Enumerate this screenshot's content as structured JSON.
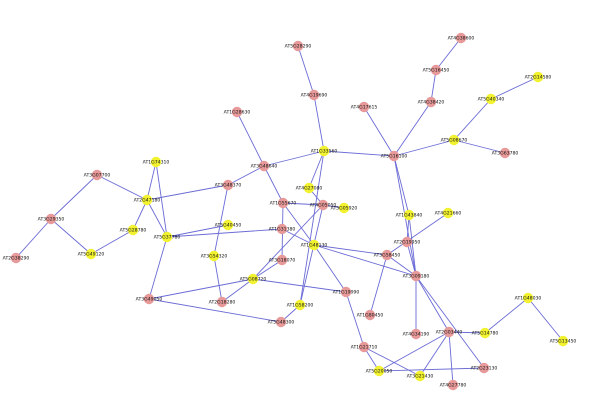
{
  "colors": {
    "pink": "#e89a9a",
    "yellow": "#f2f230",
    "edge": "#6b6bd6"
  },
  "nodes": [
    {
      "id": "n1",
      "label": "AT5G28290",
      "color": "pink"
    },
    {
      "id": "n2",
      "label": "AT4G19690",
      "color": "pink"
    },
    {
      "id": "n3",
      "label": "AT4G38600",
      "color": "pink"
    },
    {
      "id": "n4",
      "label": "AT5G16450",
      "color": "pink"
    },
    {
      "id": "n5",
      "label": "AT2G14580",
      "color": "yellow"
    },
    {
      "id": "n6",
      "label": "AT5G40340",
      "color": "yellow"
    },
    {
      "id": "n7",
      "label": "AT4G17615",
      "color": "pink"
    },
    {
      "id": "n8",
      "label": "AT4G38420",
      "color": "pink"
    },
    {
      "id": "n9",
      "label": "AT1G28630",
      "color": "pink"
    },
    {
      "id": "n10",
      "label": "AT1G33560",
      "color": "yellow"
    },
    {
      "id": "n11",
      "label": "AT5G16100",
      "color": "pink"
    },
    {
      "id": "n12",
      "label": "AT5G08670",
      "color": "yellow"
    },
    {
      "id": "n13",
      "label": "AT3G63780",
      "color": "pink"
    },
    {
      "id": "n14",
      "label": "AT1G74310",
      "color": "yellow"
    },
    {
      "id": "n15",
      "label": "AT3G48640",
      "color": "pink"
    },
    {
      "id": "n16",
      "label": "AT3G07700",
      "color": "pink"
    },
    {
      "id": "n17",
      "label": "AT3G48370",
      "color": "pink"
    },
    {
      "id": "n18",
      "label": "AT4G27080",
      "color": "yellow"
    },
    {
      "id": "n19",
      "label": "AT2G47180",
      "color": "yellow"
    },
    {
      "id": "n20",
      "label": "AT1G55670",
      "color": "pink"
    },
    {
      "id": "n21",
      "label": "AT4G05050",
      "color": "pink"
    },
    {
      "id": "n22",
      "label": "AT5G05920",
      "color": "yellow"
    },
    {
      "id": "n23",
      "label": "AT3G29350",
      "color": "pink"
    },
    {
      "id": "n24",
      "label": "AT5G28780",
      "color": "yellow"
    },
    {
      "id": "n25",
      "label": "AT1G43840",
      "color": "yellow"
    },
    {
      "id": "n26",
      "label": "AT4G21660",
      "color": "yellow"
    },
    {
      "id": "n27",
      "label": "AT5G40450",
      "color": "yellow"
    },
    {
      "id": "n28",
      "label": "AT1G31380",
      "color": "pink"
    },
    {
      "id": "n29",
      "label": "AT5G37780",
      "color": "yellow"
    },
    {
      "id": "n30",
      "label": "AT1G48130",
      "color": "yellow"
    },
    {
      "id": "n31",
      "label": "AT2G19950",
      "color": "pink"
    },
    {
      "id": "n32",
      "label": "AT3G58450",
      "color": "pink"
    },
    {
      "id": "n33",
      "label": "AT5G49120",
      "color": "yellow"
    },
    {
      "id": "n34",
      "label": "AT3G54320",
      "color": "yellow"
    },
    {
      "id": "n35",
      "label": "AT3G18070",
      "color": "pink"
    },
    {
      "id": "n36",
      "label": "AT3G09180",
      "color": "pink"
    },
    {
      "id": "n37",
      "label": "AT2G38290",
      "color": "pink"
    },
    {
      "id": "n38",
      "label": "AT5G08720",
      "color": "yellow"
    },
    {
      "id": "n39",
      "label": "AT2G18280",
      "color": "pink"
    },
    {
      "id": "n40",
      "label": "AT1G19990",
      "color": "pink"
    },
    {
      "id": "n41",
      "label": "AT1G48030",
      "color": "yellow"
    },
    {
      "id": "n42",
      "label": "AT3G49050",
      "color": "pink"
    },
    {
      "id": "n43",
      "label": "AT1G58200",
      "color": "yellow"
    },
    {
      "id": "n44",
      "label": "AT1G80450",
      "color": "pink"
    },
    {
      "id": "n45",
      "label": "AT5G48300",
      "color": "pink"
    },
    {
      "id": "n46",
      "label": "AT4G34190",
      "color": "pink"
    },
    {
      "id": "n47",
      "label": "AT2G03440",
      "color": "pink"
    },
    {
      "id": "n48",
      "label": "AT5G14780",
      "color": "yellow"
    },
    {
      "id": "n49",
      "label": "AT5G13450",
      "color": "yellow"
    },
    {
      "id": "n50",
      "label": "AT1G21710",
      "color": "pink"
    },
    {
      "id": "n51",
      "label": "AT2G23130",
      "color": "pink"
    },
    {
      "id": "n52",
      "label": "AT5G20050",
      "color": "yellow"
    },
    {
      "id": "n53",
      "label": "AT3G21430",
      "color": "yellow"
    },
    {
      "id": "n54",
      "label": "AT4G27780",
      "color": "pink"
    }
  ],
  "edges": [
    [
      "n1",
      "n2"
    ],
    [
      "n2",
      "n10"
    ],
    [
      "n3",
      "n4"
    ],
    [
      "n4",
      "n8"
    ],
    [
      "n8",
      "n11"
    ],
    [
      "n7",
      "n11"
    ],
    [
      "n5",
      "n6"
    ],
    [
      "n6",
      "n12"
    ],
    [
      "n12",
      "n11"
    ],
    [
      "n12",
      "n13"
    ],
    [
      "n9",
      "n15"
    ],
    [
      "n15",
      "n10"
    ],
    [
      "n10",
      "n11"
    ],
    [
      "n10",
      "n18"
    ],
    [
      "n10",
      "n43"
    ],
    [
      "n11",
      "n25"
    ],
    [
      "n11",
      "n36"
    ],
    [
      "n15",
      "n20"
    ],
    [
      "n15",
      "n17"
    ],
    [
      "n17",
      "n19"
    ],
    [
      "n17",
      "n34"
    ],
    [
      "n14",
      "n19"
    ],
    [
      "n14",
      "n29"
    ],
    [
      "n16",
      "n19"
    ],
    [
      "n16",
      "n23"
    ],
    [
      "n23",
      "n37"
    ],
    [
      "n23",
      "n33"
    ],
    [
      "n19",
      "n24"
    ],
    [
      "n24",
      "n33"
    ],
    [
      "n19",
      "n29"
    ],
    [
      "n29",
      "n27"
    ],
    [
      "n29",
      "n42"
    ],
    [
      "n29",
      "n28"
    ],
    [
      "n28",
      "n30"
    ],
    [
      "n20",
      "n30"
    ],
    [
      "n20",
      "n35"
    ],
    [
      "n20",
      "n21"
    ],
    [
      "n18",
      "n21"
    ],
    [
      "n21",
      "n22"
    ],
    [
      "n21",
      "n38"
    ],
    [
      "n21",
      "n43"
    ],
    [
      "n35",
      "n38"
    ],
    [
      "n38",
      "n39"
    ],
    [
      "n34",
      "n39"
    ],
    [
      "n38",
      "n42"
    ],
    [
      "n42",
      "n45"
    ],
    [
      "n43",
      "n45"
    ],
    [
      "n30",
      "n40"
    ],
    [
      "n30",
      "n32"
    ],
    [
      "n30",
      "n36"
    ],
    [
      "n32",
      "n44"
    ],
    [
      "n32",
      "n36"
    ],
    [
      "n25",
      "n31"
    ],
    [
      "n25",
      "n36"
    ],
    [
      "n26",
      "n32"
    ],
    [
      "n31",
      "n36"
    ],
    [
      "n36",
      "n46"
    ],
    [
      "n36",
      "n47"
    ],
    [
      "n40",
      "n50"
    ],
    [
      "n40",
      "n38"
    ],
    [
      "n47",
      "n48"
    ],
    [
      "n47",
      "n52"
    ],
    [
      "n47",
      "n53"
    ],
    [
      "n47",
      "n54"
    ],
    [
      "n50",
      "n52"
    ],
    [
      "n50",
      "n53"
    ],
    [
      "n41",
      "n48"
    ],
    [
      "n41",
      "n49"
    ],
    [
      "n36",
      "n51"
    ],
    [
      "n51",
      "n52"
    ]
  ]
}
